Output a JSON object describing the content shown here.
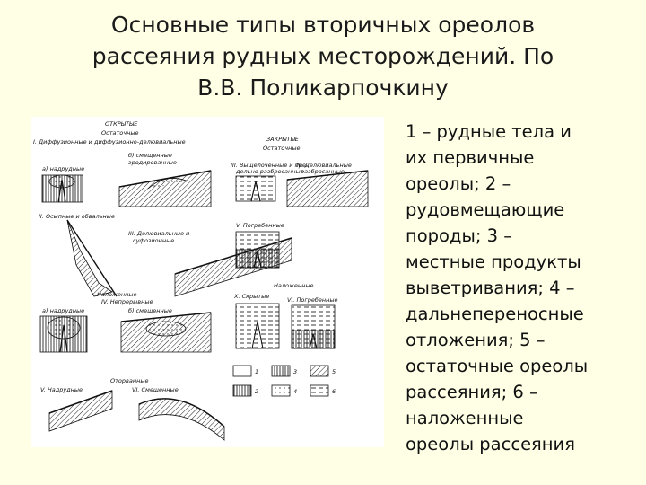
{
  "title": {
    "line1": "Основные типы вторичных ореолов",
    "line2": "рассеяния рудных месторождений. По",
    "line3": "В.В. Поликарпочкину"
  },
  "legend": {
    "lines": [
      "1 – рудные тела и",
      "их первичные",
      "ореолы; 2 –",
      "рудовмещающие",
      "породы; 3 –",
      "местные продукты",
      "выветривания; 4 –",
      "дальнепереносные",
      "отложения; 5 –",
      "остаточные ореолы",
      "рассеяния; 6 –",
      "наложенные",
      "ореолы рассеяния"
    ]
  },
  "figure": {
    "labels": {
      "open": "ОТКРЫТЫЕ",
      "residual_top": "Остаточные",
      "diffuse": "I. Диффузионные и диффузионно-делювиальные",
      "a_over": "а) надрудные",
      "b_shifted": "б) смещенные",
      "b_eroded": "эродированные",
      "closed": "ЗАКРЫТЫЕ",
      "residual_closed": "Остаточные",
      "exposed": "III. Выщелоченные и пре-",
      "exposed2": "дельно разбросанные",
      "deluvial_b": "IV. Делювиальные",
      "deluvial_b2": "разбросанные",
      "talus": "II. Осыпные и обвальные",
      "deluvial_solif": "III. Делювиальные и",
      "solif": "суфозионные",
      "buried": "V. Погребенные",
      "superimposed": "Наложенные",
      "continuous": "IV. Непрерывные",
      "a_over2": "а) надрудные",
      "b_shifted2": "б) смещенные",
      "superimposed2": "Наложенные",
      "hidden": "X. Скрытые",
      "buried2": "VI. Погребенные",
      "torn": "Оторванные",
      "v_over": "V. Надрудные",
      "vi_shifted": "VI. Смещенные",
      "legend_nums": [
        "1",
        "2",
        "3",
        "4",
        "5",
        "6"
      ]
    }
  }
}
